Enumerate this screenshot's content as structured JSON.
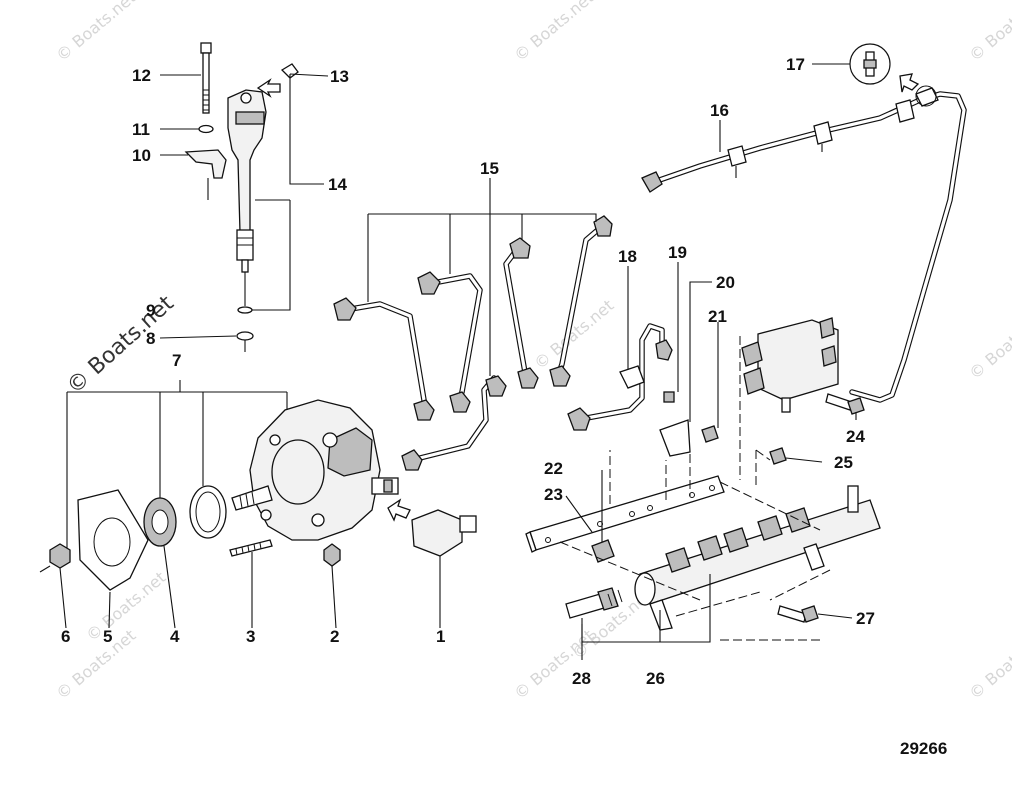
{
  "watermark": {
    "text": "© Boats.net",
    "main_text": "© Boats.net"
  },
  "reference_number": "29266",
  "callouts": [
    {
      "id": "c1",
      "label": "1"
    },
    {
      "id": "c2",
      "label": "2"
    },
    {
      "id": "c3",
      "label": "3"
    },
    {
      "id": "c4",
      "label": "4"
    },
    {
      "id": "c5",
      "label": "5"
    },
    {
      "id": "c6",
      "label": "6"
    },
    {
      "id": "c7",
      "label": "7"
    },
    {
      "id": "c8",
      "label": "8"
    },
    {
      "id": "c9",
      "label": "9"
    },
    {
      "id": "c10",
      "label": "10"
    },
    {
      "id": "c11",
      "label": "11"
    },
    {
      "id": "c12",
      "label": "12"
    },
    {
      "id": "c13",
      "label": "13"
    },
    {
      "id": "c14",
      "label": "14"
    },
    {
      "id": "c15",
      "label": "15"
    },
    {
      "id": "c16",
      "label": "16"
    },
    {
      "id": "c17",
      "label": "17"
    },
    {
      "id": "c18",
      "label": "18"
    },
    {
      "id": "c19",
      "label": "19"
    },
    {
      "id": "c20",
      "label": "20"
    },
    {
      "id": "c21",
      "label": "21"
    },
    {
      "id": "c22",
      "label": "22"
    },
    {
      "id": "c23",
      "label": "23"
    },
    {
      "id": "c24",
      "label": "24"
    },
    {
      "id": "c25",
      "label": "25"
    },
    {
      "id": "c26",
      "label": "26"
    },
    {
      "id": "c27",
      "label": "27"
    },
    {
      "id": "c28",
      "label": "28"
    }
  ]
}
